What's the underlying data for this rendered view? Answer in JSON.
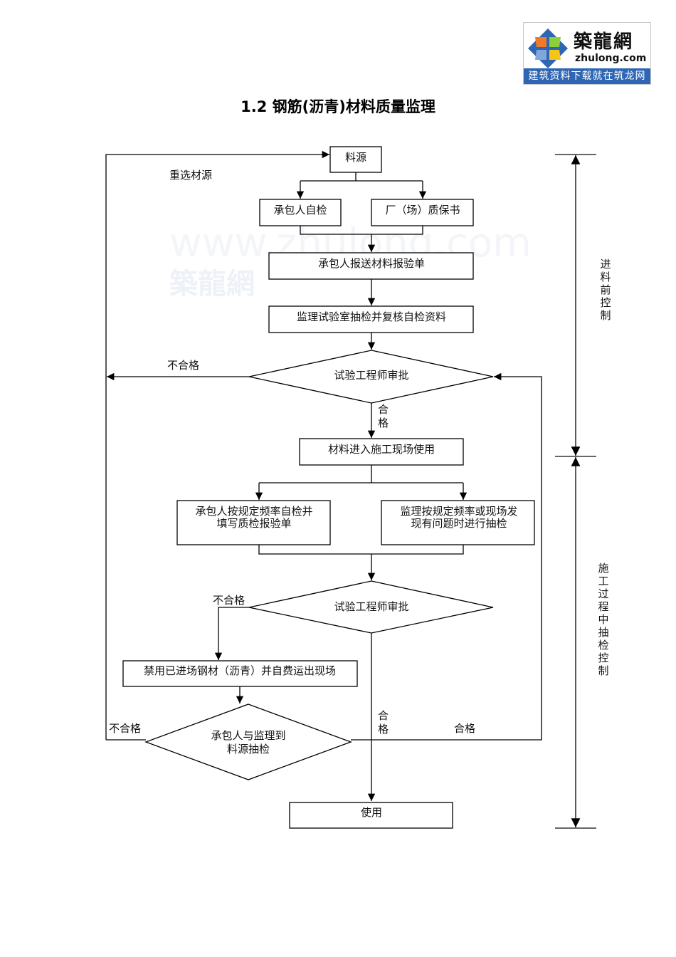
{
  "logo": {
    "brand_cn": "築龍網",
    "brand_en": "zhulong.com",
    "slogan": "建筑资料下载就在筑龙网",
    "colors": {
      "banner": "#2f66b3",
      "orange": "#f07a28",
      "green": "#8ccf3a",
      "blue": "#2f66b3",
      "yellow": "#f5c518"
    }
  },
  "title": "1.2  钢筋(沥青)材料质量监理",
  "watermark": {
    "url": "www.zhulong.com",
    "brand": "築龍網"
  },
  "nodes": {
    "source": "料源",
    "self_check": "承包人自检",
    "factory_cert": "厂（场）质保书",
    "submit_form": "承包人报送材料报验单",
    "lab_check": "监理试验室抽检并复核自检资料",
    "approve1": "试验工程师审批",
    "enter_site": "材料进入施工现场使用",
    "contractor_freq": [
      "承包人按规定频率自检并",
      "填写质检报验单"
    ],
    "supervisor_freq": [
      "监理按规定频率或现场发",
      "现有问题时进行抽检"
    ],
    "approve2": "试验工程师审批",
    "ban": "禁用已进场钢材（沥青）并自费运出现场",
    "source_check": [
      "承包人与监理到",
      "料源抽检"
    ],
    "use": "使用"
  },
  "labels": {
    "reselect": "重选材源",
    "fail1": "不合格",
    "pass1": [
      "合",
      "格"
    ],
    "fail2": "不合格",
    "fail3": "不合格",
    "pass2": [
      "合",
      "格"
    ],
    "pass3": "合格"
  },
  "phases": {
    "pre_entry": [
      "进",
      "料",
      "前",
      "控",
      "制"
    ],
    "construction": [
      "施",
      "工",
      "过",
      "程",
      "中",
      "抽",
      "检",
      "控",
      "制"
    ]
  }
}
